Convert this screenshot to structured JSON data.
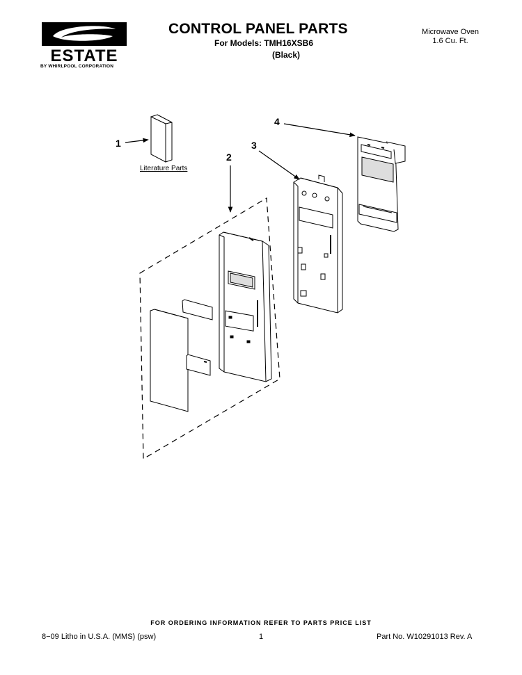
{
  "brand": {
    "logo_text": "ESTATE",
    "sub_text": "BY WHIRLPOOL CORPORATION"
  },
  "header": {
    "title": "CONTROL PANEL PARTS",
    "models_line": "For Models: TMH16XSB6",
    "color_line": "(Black)",
    "product_line1": "Microwave Oven",
    "product_line2": "1.6 Cu. Ft."
  },
  "diagram": {
    "callouts": [
      "1",
      "2",
      "3",
      "4"
    ],
    "literature_label": "Literature Parts"
  },
  "footer": {
    "ordering_info": "FOR ORDERING INFORMATION REFER TO PARTS PRICE LIST",
    "litho": "8−09 Litho in U.S.A. (MMS) (psw)",
    "page_number": "1",
    "part_number": "Part No. W10291013 Rev. A"
  },
  "colors": {
    "ink": "#000000",
    "paper": "#ffffff",
    "panel_gray": "#d9d9d9"
  }
}
